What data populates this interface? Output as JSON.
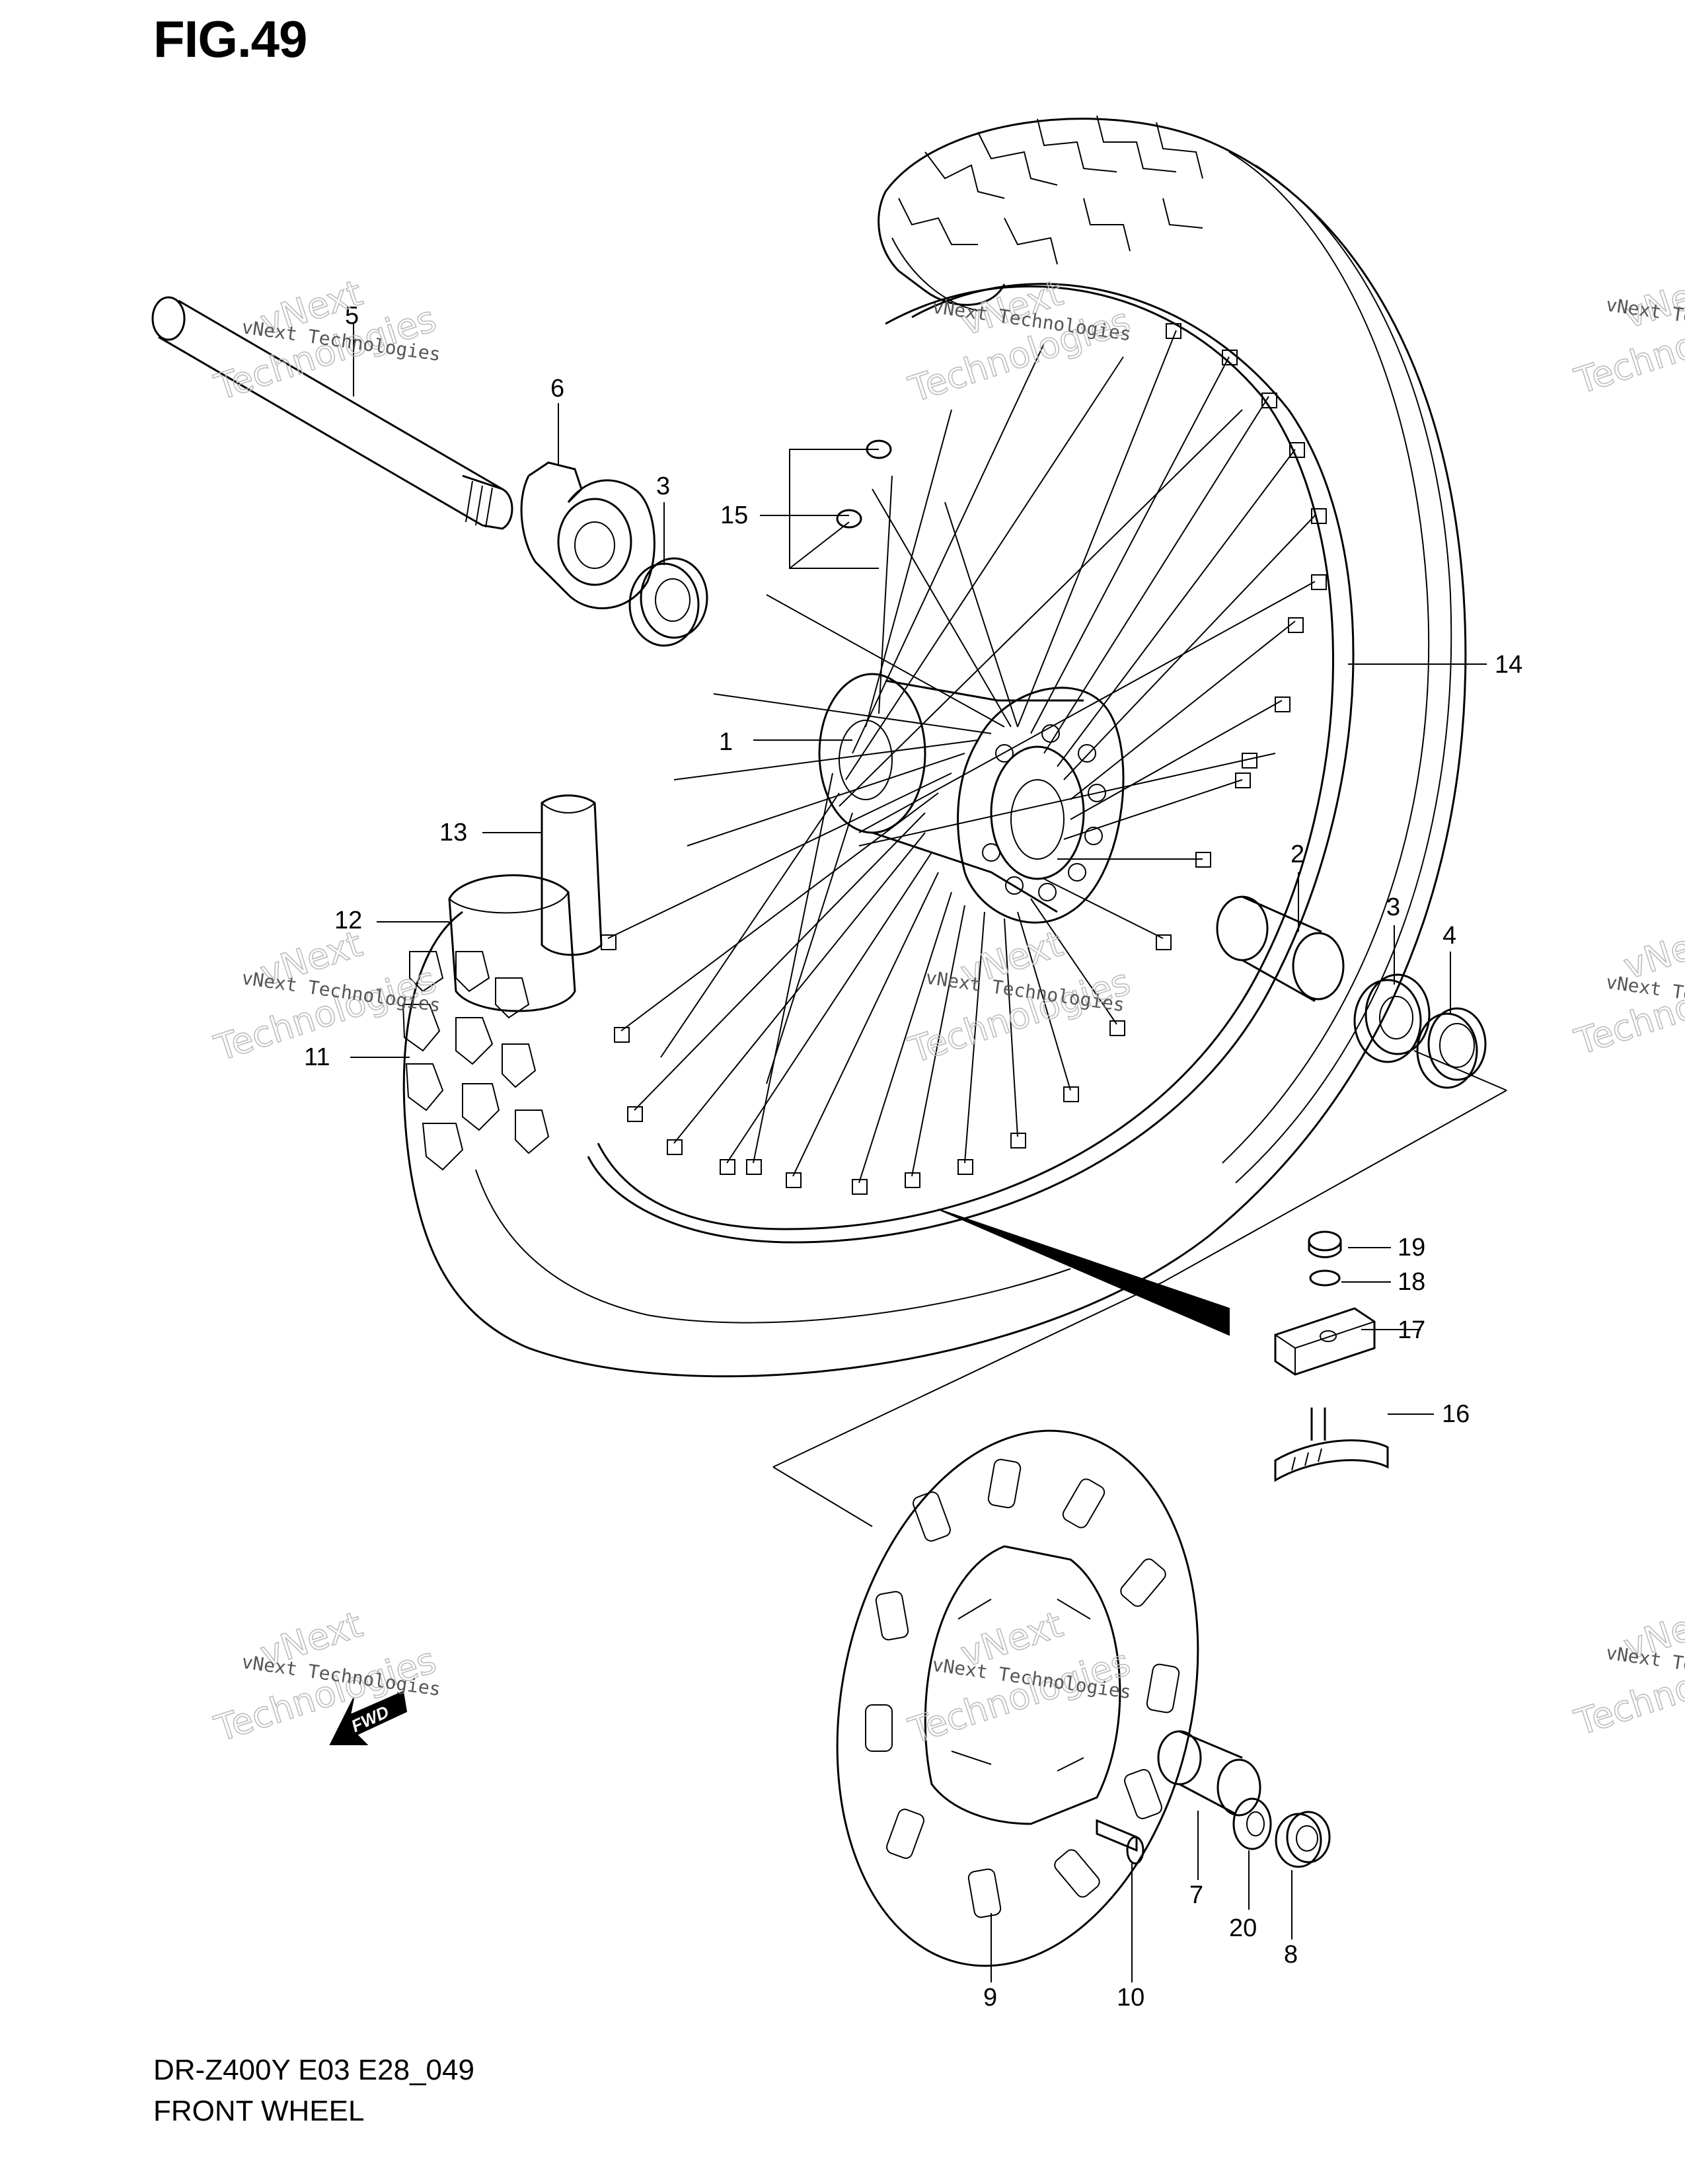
{
  "figure": {
    "title": "FIG.49",
    "model_code": "DR-Z400Y E03 E28_049",
    "name": "FRONT WHEEL"
  },
  "callouts": [
    "1",
    "2",
    "3",
    "3",
    "4",
    "5",
    "6",
    "7",
    "8",
    "9",
    "10",
    "11",
    "12",
    "13",
    "14",
    "15",
    "16",
    "17",
    "18",
    "19",
    "20"
  ],
  "direction_marker": "FWD",
  "watermark": {
    "line1": "vNext Technologies",
    "line2a": "vNext",
    "line2b": "Technologies"
  }
}
